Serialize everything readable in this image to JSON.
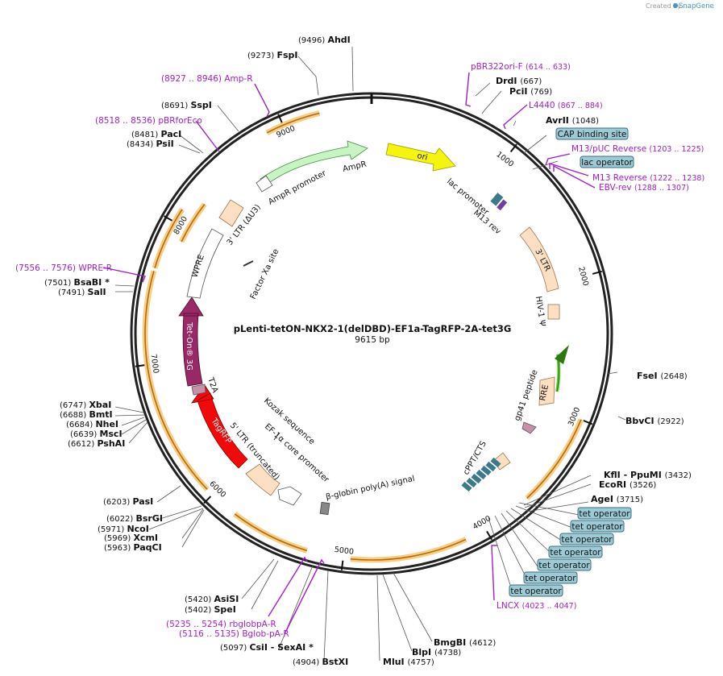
{
  "credit": {
    "prefix": "Created by",
    "brand": "SnapGene"
  },
  "plasmid": {
    "name": "pLenti-tetON-NKX2-1(delDBD)-EF1a-TagRFP-2A-tet3G",
    "size": "9615 bp",
    "total": 9615
  },
  "colors": {
    "ori": "#f4f40c",
    "ampr": "#c8f4c4",
    "ltr": "#fde0c4",
    "teton": "#992966",
    "tagrfp": "#f00a0a",
    "orf": "#b06a10",
    "orfGlow": "#f8cf82",
    "primer": "#a020c8",
    "operator": "#9ccad6"
  },
  "ticks": [
    {
      "pos": 1000,
      "label": "1000"
    },
    {
      "pos": 2000,
      "label": "2000"
    },
    {
      "pos": 3000,
      "label": "3000"
    },
    {
      "pos": 4000,
      "label": "4000"
    },
    {
      "pos": 5000,
      "label": "5000"
    },
    {
      "pos": 6000,
      "label": "6000"
    },
    {
      "pos": 7000,
      "label": "7000"
    },
    {
      "pos": 8000,
      "label": "8000"
    },
    {
      "pos": 9000,
      "label": "9000"
    }
  ],
  "sites_right": [
    {
      "name": "FseI",
      "pos": "(2648)"
    },
    {
      "name": "BbvCI",
      "pos": "(2922)"
    },
    {
      "name": "KflI",
      "extra": "- PpuMI",
      "pos": "(3432)"
    },
    {
      "name": "EcoRI",
      "pos": "(3526)"
    },
    {
      "name": "AgeI",
      "pos": "(3715)"
    },
    {
      "name": "AvrII",
      "pos": "(1048)"
    },
    {
      "name": "DrdI",
      "pos": "(667)"
    },
    {
      "name": "PciI",
      "pos": "(769)"
    }
  ],
  "sites_top": [
    {
      "name": "AhdI",
      "pos": "(9496)"
    },
    {
      "name": "FspI",
      "pos": "(9273)"
    }
  ],
  "sites_left": [
    {
      "name": "SspI",
      "pos": "(8691)"
    },
    {
      "name": "PacI",
      "pos": "(8481)"
    },
    {
      "name": "PsiI",
      "pos": "(8434)"
    },
    {
      "name": "BsaBI *",
      "pos": "(7501)"
    },
    {
      "name": "SalI",
      "pos": "(7491)"
    },
    {
      "name": "XbaI",
      "pos": "(6747)"
    },
    {
      "name": "BmtI",
      "pos": "(6688)"
    },
    {
      "name": "NheI",
      "pos": "(6684)"
    },
    {
      "name": "MscI",
      "pos": "(6639)"
    },
    {
      "name": "PshAI",
      "pos": "(6612)"
    },
    {
      "name": "PasI",
      "pos": "(6203)"
    },
    {
      "name": "BsrGI",
      "pos": "(6022)"
    },
    {
      "name": "NcoI",
      "pos": "(5971)"
    },
    {
      "name": "XcmI",
      "pos": "(5969)"
    },
    {
      "name": "PaqCI",
      "pos": "(5963)"
    },
    {
      "name": "AsiSI",
      "pos": "(5420)"
    },
    {
      "name": "SpeI",
      "pos": "(5402)"
    },
    {
      "name": "CsiI",
      "extra": "- SexAI *",
      "pos": "(5097)"
    }
  ],
  "sites_bottom": [
    {
      "name": "BstXI",
      "pos": "(4904)"
    },
    {
      "name": "MluI",
      "pos": "(4757)"
    },
    {
      "name": "BlpI",
      "pos": "(4738)"
    },
    {
      "name": "BmgBI",
      "pos": "(4612)"
    }
  ],
  "primers": [
    {
      "name": "pBR322ori-F",
      "pos": "(614 .. 633)"
    },
    {
      "name": "L4440",
      "pos": "(867 .. 884)"
    },
    {
      "name": "M13/pUC Reverse",
      "pos": "(1203 .. 1225)"
    },
    {
      "name": "M13 Reverse",
      "pos": "(1222 .. 1238)"
    },
    {
      "name": "EBV-rev",
      "pos": "(1288 .. 1307)"
    },
    {
      "name": "LNCX",
      "pos": "(4023 .. 4047)"
    },
    {
      "name": "rbglobpA-R",
      "pos": "(5235 .. 5254)"
    },
    {
      "name": "Bglob-pA-R",
      "pos": "(5116 .. 5135)"
    },
    {
      "name": "WPRE-R",
      "pos": "(7556 .. 7576)"
    },
    {
      "name": "pBRforEco",
      "pos": "(8518 .. 8536)"
    },
    {
      "name": "Amp-R",
      "pos": "(8927 .. 8946)"
    }
  ],
  "boxed_labels": [
    "CAP binding site",
    "lac operator"
  ],
  "tet_operators": [
    "tet operator",
    "tet operator",
    "tet operator",
    "tet operator",
    "tet operator",
    "tet operator",
    "tet operator"
  ],
  "features": {
    "ori": "ori",
    "ampr": "AmpR",
    "ampr_promoter": "AmpR promoter",
    "lac_promoter": "lac promoter",
    "m13_rev": "M13 rev",
    "ltr3_top": "3' LTR",
    "hiv_psi": "HIV-1 Ψ",
    "rre": "RRE",
    "gp41": "gp41 peptide",
    "cppt": "cPPT/CTS",
    "beta_globin": "β-globin poly(A) signal",
    "ef1a": "EF-1α core promoter",
    "ltr5": "5' LTR (truncated)",
    "kozak": "Kozak sequence",
    "tagrfp": "TagRFP",
    "t2a": "T2A",
    "teton": "Tet-On® 3G",
    "wpre": "WPRE",
    "factor_xa": "Factor Xa site",
    "ltr3_du3": "3' LTR (ΔU3)"
  }
}
